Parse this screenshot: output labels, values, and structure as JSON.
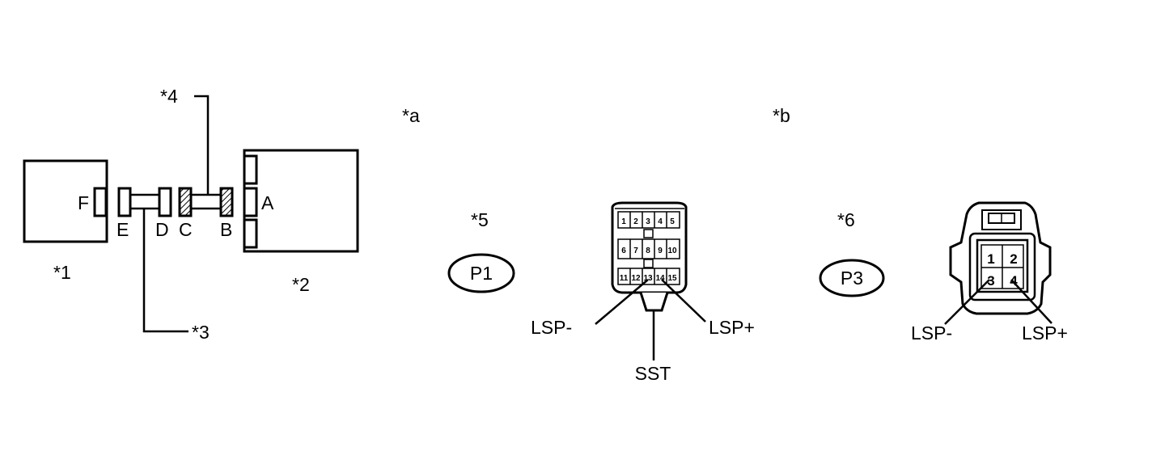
{
  "labels": {
    "callout_1": "*1",
    "callout_2": "*2",
    "callout_3": "*3",
    "callout_4": "*4",
    "callout_5": "*5",
    "callout_6": "*6",
    "callout_a": "*a",
    "callout_b": "*b"
  },
  "connector_letters": {
    "A": "A",
    "B": "B",
    "C": "C",
    "D": "D",
    "E": "E",
    "F": "F"
  },
  "connector_p1": {
    "name": "P1",
    "pins": [
      "1",
      "2",
      "3",
      "4",
      "5",
      "6",
      "7",
      "8",
      "9",
      "10",
      "11",
      "12",
      "13",
      "14",
      "15"
    ],
    "lsp_minus": "LSP-",
    "lsp_plus": "LSP+",
    "sst": "SST"
  },
  "connector_p3": {
    "name": "P3",
    "pins": [
      "1",
      "2",
      "3",
      "4"
    ],
    "lsp_minus": "LSP-",
    "lsp_plus": "LSP+"
  }
}
